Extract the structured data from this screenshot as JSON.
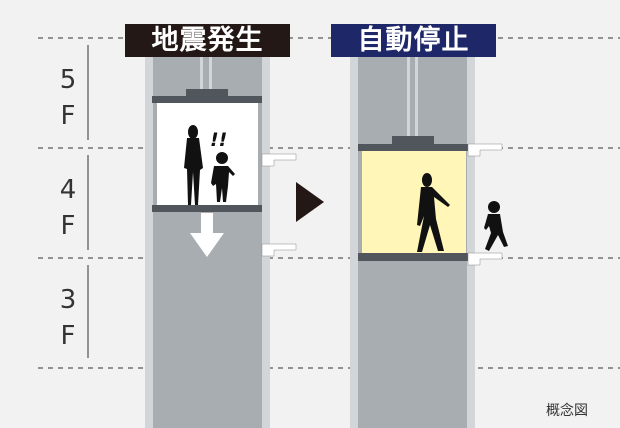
{
  "labels": {
    "before": "地震発生",
    "after": "自動停止"
  },
  "floors": [
    {
      "num": "5",
      "unit": "F"
    },
    {
      "num": "4",
      "unit": "F"
    },
    {
      "num": "3",
      "unit": "F"
    }
  ],
  "exclaim": "!!",
  "note": "概念図",
  "colors": {
    "before_bg": "#231815",
    "after_bg": "#1e2768",
    "cabin_yellow": "#fff6b8",
    "shaft": "#a8adb1"
  }
}
